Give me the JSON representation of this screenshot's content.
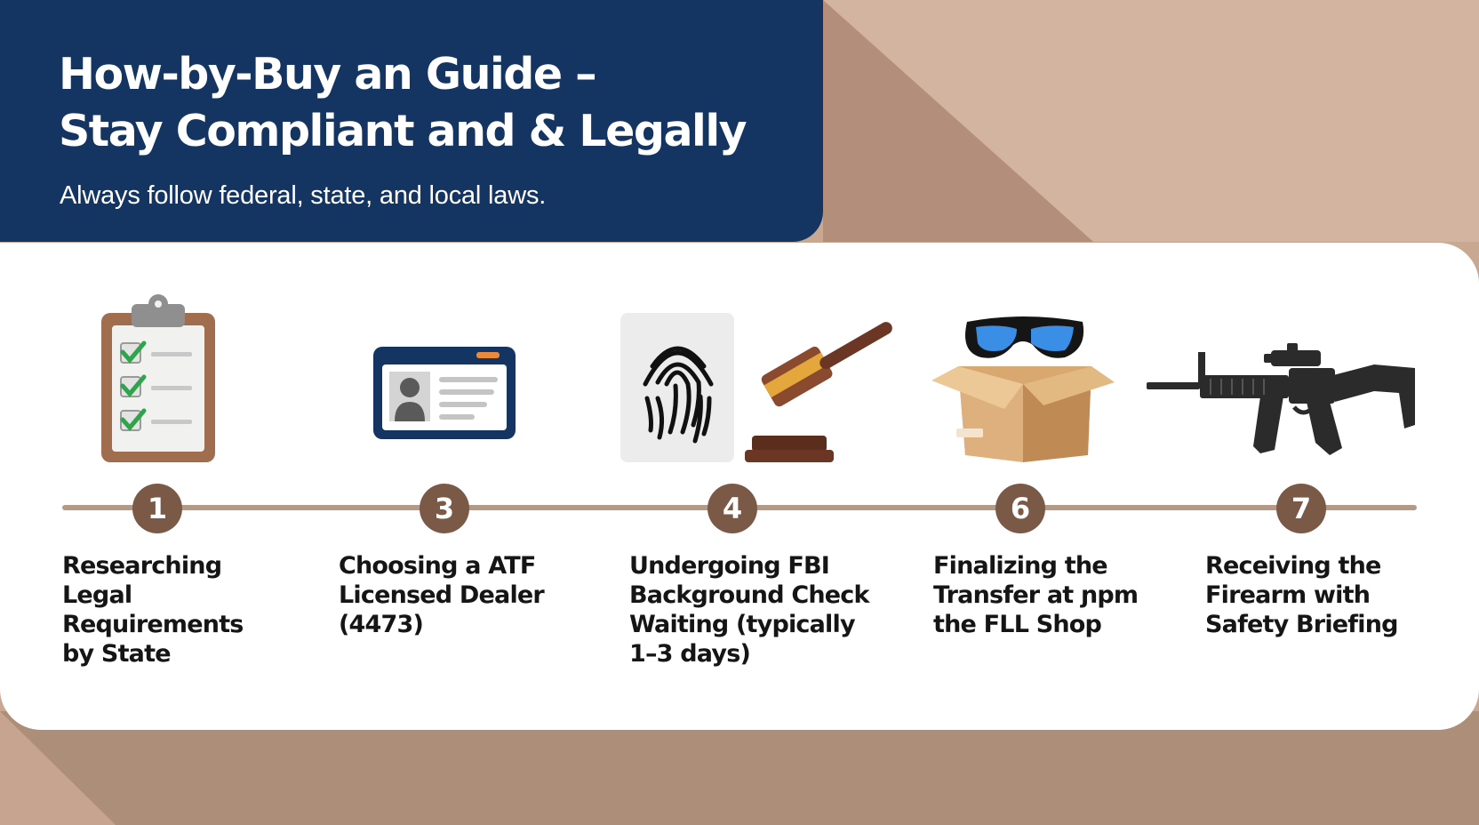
{
  "header": {
    "title_line1": "How-by-Buy an Guide –",
    "title_line2": "Stay Compliant and & Legally",
    "subtitle": "Always follow federal, state, and local laws."
  },
  "colors": {
    "header_bg": "#143561",
    "background": "#c9a892",
    "badge": "#7a5a47",
    "timeline": "#b49987",
    "check": "#2fa44a"
  },
  "steps": [
    {
      "number": "1",
      "label": "Researching\nLegal\nRequirements\nby State",
      "icon": "clipboard-checklist-icon"
    },
    {
      "number": "3",
      "label": "Choosing a ATF\nLicensed Dealer\n(4473)",
      "icon": "id-card-icon"
    },
    {
      "number": "4",
      "label": "Undergoing FBI\nBackground Check\nWaiting (typically\n1–3 days)",
      "icon": "fingerprint-gavel-icon"
    },
    {
      "number": "6",
      "label": "Finalizing the\nTransfer at ɲpm\nthe FLL Shop",
      "icon": "box-goggles-icon"
    },
    {
      "number": "7",
      "label": "Receiving the\nFirearm with\nSafety Briefing",
      "icon": "rifle-icon"
    }
  ]
}
